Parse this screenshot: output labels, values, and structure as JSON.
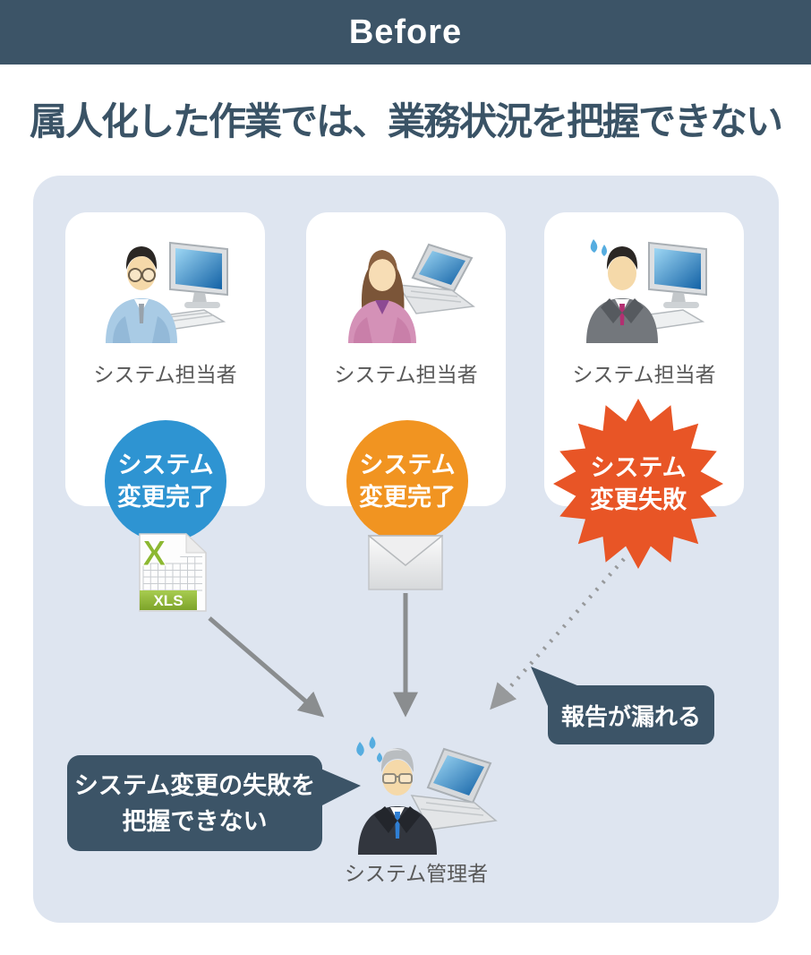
{
  "header": {
    "label": "Before"
  },
  "title": "属人化した作業では、業務状況を把握できない",
  "workers": [
    {
      "label": "システム担当者",
      "badge_shape": "circle",
      "badge_color": "#2e94d2",
      "badge_line1": "システム",
      "badge_line2": "変更完了",
      "artifact": "excel-file"
    },
    {
      "label": "システム担当者",
      "badge_shape": "circle",
      "badge_color": "#f19421",
      "badge_line1": "システム",
      "badge_line2": "変更完了",
      "artifact": "email-envelope"
    },
    {
      "label": "システム担当者",
      "badge_shape": "starburst",
      "badge_color": "#e85526",
      "badge_line1": "システム",
      "badge_line2": "変更失敗",
      "artifact": "none"
    }
  ],
  "artifacts": {
    "xls": {
      "x_label": "X",
      "band_label": "XLS"
    }
  },
  "admin": {
    "label": "システム管理者"
  },
  "callouts": {
    "report_missed": "報告が漏れる",
    "cannot_grasp_line1": "システム変更の失敗を",
    "cannot_grasp_line2": "把握できない"
  },
  "colors": {
    "header_bg": "#3c5467",
    "panel_bg": "#dee5f0",
    "card_bg": "#ffffff",
    "title_color": "#3a5366",
    "badge_blue": "#2e94d2",
    "badge_orange": "#f19421",
    "badge_failure_red": "#e85526",
    "bubble_bg": "#3c5467",
    "arrow_gray": "#8a8d8f",
    "xls_green": "#8cb832"
  }
}
